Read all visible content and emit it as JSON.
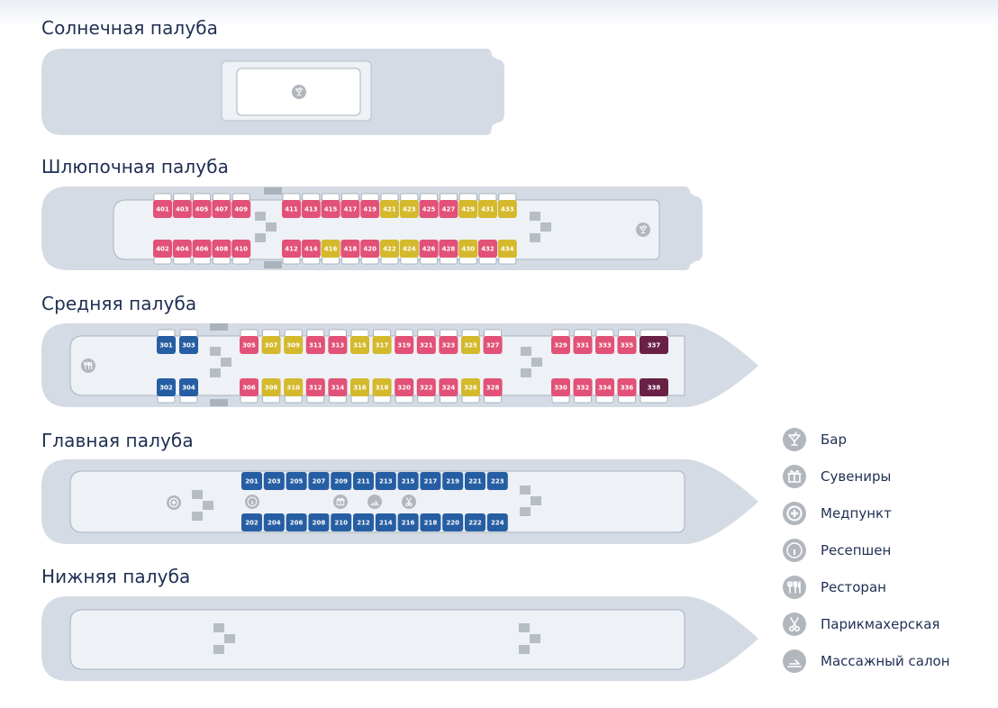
{
  "colors": {
    "pink": "#e25177",
    "yellow": "#d4b92c",
    "blue": "#265ea3",
    "purple": "#6a2145",
    "hull": "#d4dbe4",
    "deck_floor": "#eef1f5",
    "icon_grey": "#b2b7be",
    "title_text": "#1f2f52"
  },
  "decks": [
    {
      "id": "sun",
      "title": "Солнечная палуба",
      "facilities": [
        "bar-icon"
      ]
    },
    {
      "id": "boat",
      "title": "Шлюпочная палуба",
      "facilities": [
        "bar-icon"
      ]
    },
    {
      "id": "middle",
      "title": "Средняя палуба",
      "facilities": [
        "restaurant-icon"
      ]
    },
    {
      "id": "main",
      "title": "Главная палуба",
      "facilities": [
        "medical-icon",
        "reception-icon",
        "souvenir-icon",
        "massage-icon",
        "hairdresser-icon"
      ]
    },
    {
      "id": "lower",
      "title": "Нижняя палуба",
      "facilities": []
    }
  ],
  "cabins": {
    "boat_top": [
      {
        "n": "401",
        "c": "pink"
      },
      {
        "n": "403",
        "c": "pink"
      },
      {
        "n": "405",
        "c": "pink"
      },
      {
        "n": "407",
        "c": "pink"
      },
      {
        "n": "409",
        "c": "pink"
      },
      {
        "n": "411",
        "c": "pink"
      },
      {
        "n": "413",
        "c": "pink"
      },
      {
        "n": "415",
        "c": "pink"
      },
      {
        "n": "417",
        "c": "pink"
      },
      {
        "n": "419",
        "c": "pink"
      },
      {
        "n": "421",
        "c": "yellow"
      },
      {
        "n": "423",
        "c": "yellow"
      },
      {
        "n": "425",
        "c": "pink"
      },
      {
        "n": "427",
        "c": "pink"
      },
      {
        "n": "429",
        "c": "yellow"
      },
      {
        "n": "431",
        "c": "yellow"
      },
      {
        "n": "433",
        "c": "yellow"
      }
    ],
    "boat_bottom": [
      {
        "n": "402",
        "c": "pink"
      },
      {
        "n": "404",
        "c": "pink"
      },
      {
        "n": "406",
        "c": "pink"
      },
      {
        "n": "408",
        "c": "pink"
      },
      {
        "n": "410",
        "c": "pink"
      },
      {
        "n": "412",
        "c": "pink"
      },
      {
        "n": "414",
        "c": "pink"
      },
      {
        "n": "416",
        "c": "yellow"
      },
      {
        "n": "418",
        "c": "pink"
      },
      {
        "n": "420",
        "c": "pink"
      },
      {
        "n": "422",
        "c": "yellow"
      },
      {
        "n": "424",
        "c": "yellow"
      },
      {
        "n": "426",
        "c": "pink"
      },
      {
        "n": "428",
        "c": "pink"
      },
      {
        "n": "430",
        "c": "yellow"
      },
      {
        "n": "432",
        "c": "pink"
      },
      {
        "n": "434",
        "c": "yellow"
      }
    ],
    "middle_top": [
      {
        "n": "301",
        "c": "blue"
      },
      {
        "n": "303",
        "c": "blue"
      },
      {
        "n": "305",
        "c": "pink"
      },
      {
        "n": "307",
        "c": "yellow"
      },
      {
        "n": "309",
        "c": "yellow"
      },
      {
        "n": "311",
        "c": "pink"
      },
      {
        "n": "313",
        "c": "pink"
      },
      {
        "n": "315",
        "c": "yellow"
      },
      {
        "n": "317",
        "c": "yellow"
      },
      {
        "n": "319",
        "c": "pink"
      },
      {
        "n": "321",
        "c": "pink"
      },
      {
        "n": "323",
        "c": "pink"
      },
      {
        "n": "325",
        "c": "yellow"
      },
      {
        "n": "327",
        "c": "pink"
      },
      {
        "n": "329",
        "c": "pink"
      },
      {
        "n": "331",
        "c": "pink"
      },
      {
        "n": "333",
        "c": "pink"
      },
      {
        "n": "335",
        "c": "pink"
      },
      {
        "n": "337",
        "c": "purple"
      }
    ],
    "middle_bottom": [
      {
        "n": "302",
        "c": "blue"
      },
      {
        "n": "304",
        "c": "blue"
      },
      {
        "n": "306",
        "c": "pink"
      },
      {
        "n": "308",
        "c": "yellow"
      },
      {
        "n": "310",
        "c": "yellow"
      },
      {
        "n": "312",
        "c": "pink"
      },
      {
        "n": "314",
        "c": "pink"
      },
      {
        "n": "316",
        "c": "yellow"
      },
      {
        "n": "318",
        "c": "yellow"
      },
      {
        "n": "320",
        "c": "pink"
      },
      {
        "n": "322",
        "c": "pink"
      },
      {
        "n": "324",
        "c": "pink"
      },
      {
        "n": "326",
        "c": "yellow"
      },
      {
        "n": "328",
        "c": "pink"
      },
      {
        "n": "330",
        "c": "pink"
      },
      {
        "n": "332",
        "c": "pink"
      },
      {
        "n": "334",
        "c": "pink"
      },
      {
        "n": "336",
        "c": "pink"
      },
      {
        "n": "338",
        "c": "purple"
      }
    ],
    "main_top": [
      {
        "n": "201",
        "c": "blue"
      },
      {
        "n": "203",
        "c": "blue"
      },
      {
        "n": "205",
        "c": "blue"
      },
      {
        "n": "207",
        "c": "blue"
      },
      {
        "n": "209",
        "c": "blue"
      },
      {
        "n": "211",
        "c": "blue"
      },
      {
        "n": "213",
        "c": "blue"
      },
      {
        "n": "215",
        "c": "blue"
      },
      {
        "n": "217",
        "c": "blue"
      },
      {
        "n": "219",
        "c": "blue"
      },
      {
        "n": "221",
        "c": "blue"
      },
      {
        "n": "223",
        "c": "blue"
      }
    ],
    "main_bottom": [
      {
        "n": "202",
        "c": "blue"
      },
      {
        "n": "204",
        "c": "blue"
      },
      {
        "n": "206",
        "c": "blue"
      },
      {
        "n": "208",
        "c": "blue"
      },
      {
        "n": "210",
        "c": "blue"
      },
      {
        "n": "212",
        "c": "blue"
      },
      {
        "n": "214",
        "c": "blue"
      },
      {
        "n": "216",
        "c": "blue"
      },
      {
        "n": "218",
        "c": "blue"
      },
      {
        "n": "220",
        "c": "blue"
      },
      {
        "n": "222",
        "c": "blue"
      },
      {
        "n": "224",
        "c": "blue"
      }
    ]
  },
  "legend": [
    {
      "icon": "bar-icon",
      "label": "Бар"
    },
    {
      "icon": "souvenir-icon",
      "label": "Сувениры"
    },
    {
      "icon": "medical-icon",
      "label": "Медпункт"
    },
    {
      "icon": "reception-icon",
      "label": "Ресепшен"
    },
    {
      "icon": "restaurant-icon",
      "label": "Ресторан"
    },
    {
      "icon": "hairdresser-icon",
      "label": "Парикмахерская"
    },
    {
      "icon": "massage-icon",
      "label": "Массажный салон"
    }
  ]
}
